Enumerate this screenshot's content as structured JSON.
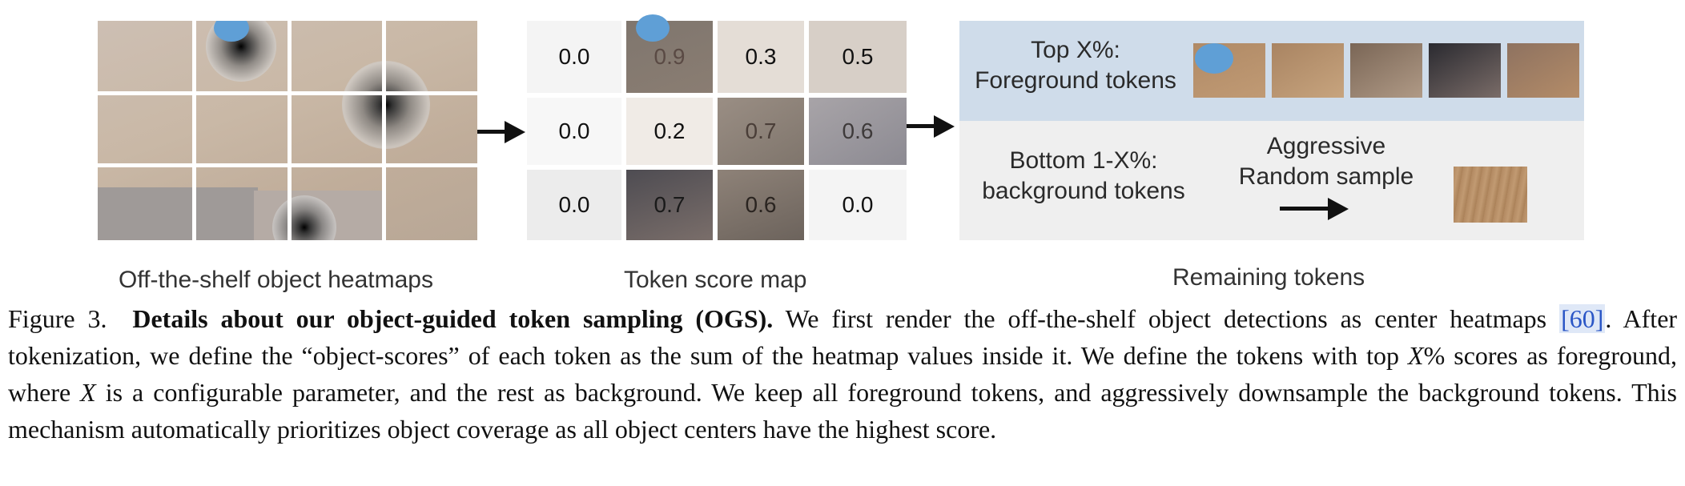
{
  "panels": {
    "heatmap_label": "Off-the-shelf object heatmaps",
    "score_map_label": "Token score map",
    "remaining_label": "Remaining tokens"
  },
  "score_map": {
    "rows": [
      [
        "0.0",
        "0.9",
        "0.3",
        "0.5"
      ],
      [
        "0.0",
        "0.2",
        "0.7",
        "0.6"
      ],
      [
        "0.0",
        "0.7",
        "0.6",
        "0.0"
      ]
    ]
  },
  "remaining": {
    "fg_line1": "Top X%:",
    "fg_line2": "Foreground tokens",
    "bg_line1": "Bottom 1-X%:",
    "bg_line2": "background tokens",
    "sample_line1": "Aggressive",
    "sample_line2": "Random sample"
  },
  "caption": {
    "figure_label": "Figure 3.",
    "title": "Details about our object-guided token sampling (OGS).",
    "text_1": "We first render the off-the-shelf object detections as center heatmaps",
    "citation": "[60]",
    "text_2": ". After tokenization, we define the “object-scores” of each token as the sum of the heatmap values inside it. We define the tokens with top",
    "math_x": "X",
    "percent": "%",
    "text_3": "scores as foreground, where",
    "text_4": "is a configurable parameter, and the rest as background. We keep all foreground tokens, and aggressively downsample the background tokens. This mechanism automatically prioritizes object coverage as all object centers have the highest score."
  },
  "colors": {
    "foreground_band": "#cfdcea",
    "background_band": "#efefef",
    "citation": "#2a56c6"
  }
}
